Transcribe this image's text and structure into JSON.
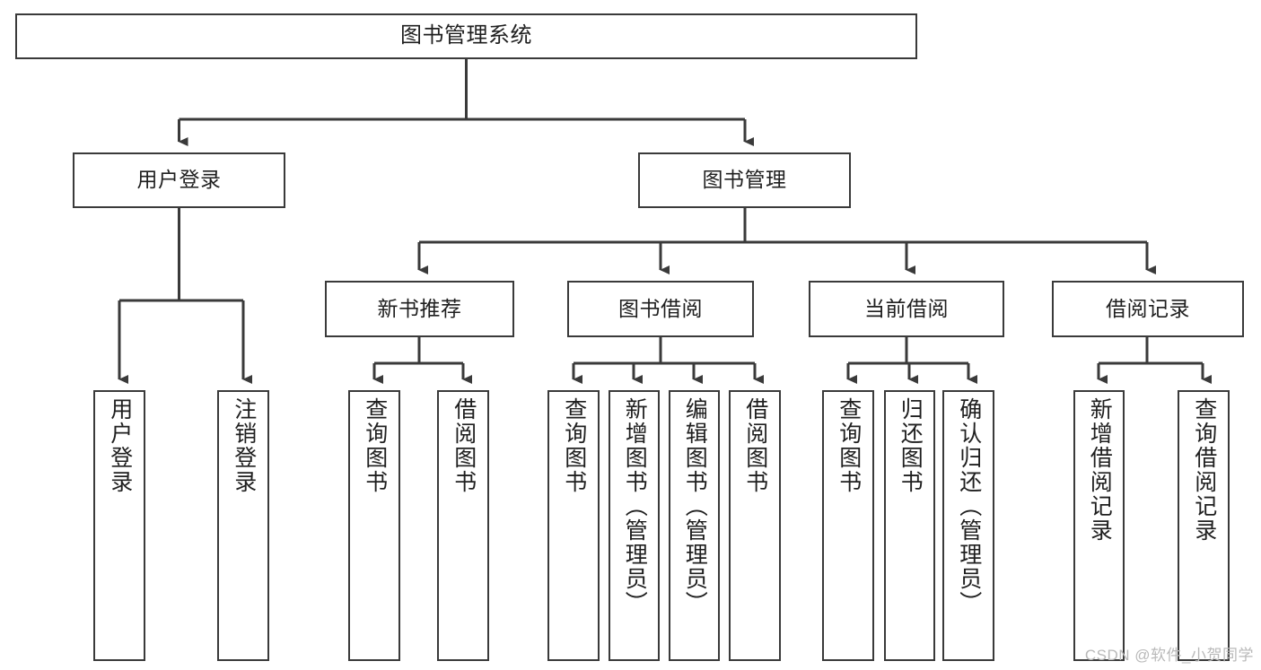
{
  "diagram": {
    "title": "图书管理系统",
    "type": "tree-hierarchy",
    "watermark": "CSDN @软件_小贺同学",
    "colors": {
      "background": "#ffffff",
      "box_border": "#3a3a3a",
      "box_fill": "#ffffff",
      "connector": "#3a3a3a",
      "text": "#1f1f1f",
      "watermark": "#b9b9b9"
    },
    "root": {
      "label": "图书管理系统"
    },
    "level2": [
      {
        "label": "用户登录"
      },
      {
        "label": "图书管理"
      }
    ],
    "level3": [
      {
        "label": "新书推荐"
      },
      {
        "label": "图书借阅"
      },
      {
        "label": "当前借阅"
      },
      {
        "label": "借阅记录"
      }
    ],
    "leaves": {
      "user_login": [
        {
          "label": "用户登录"
        },
        {
          "label": "注销登录"
        }
      ],
      "new_book_recommend": [
        {
          "label": "查询图书"
        },
        {
          "label": "借阅图书"
        }
      ],
      "book_borrow": [
        {
          "label": "查询图书"
        },
        {
          "label": "新增图书（管理员）"
        },
        {
          "label": "编辑图书（管理员）"
        },
        {
          "label": "借阅图书"
        }
      ],
      "current_borrow": [
        {
          "label": "查询图书"
        },
        {
          "label": "归还图书"
        },
        {
          "label": "确认归还（管理员）"
        }
      ],
      "borrow_record": [
        {
          "label": "新增借阅记录"
        },
        {
          "label": "查询借阅记录"
        }
      ]
    }
  }
}
